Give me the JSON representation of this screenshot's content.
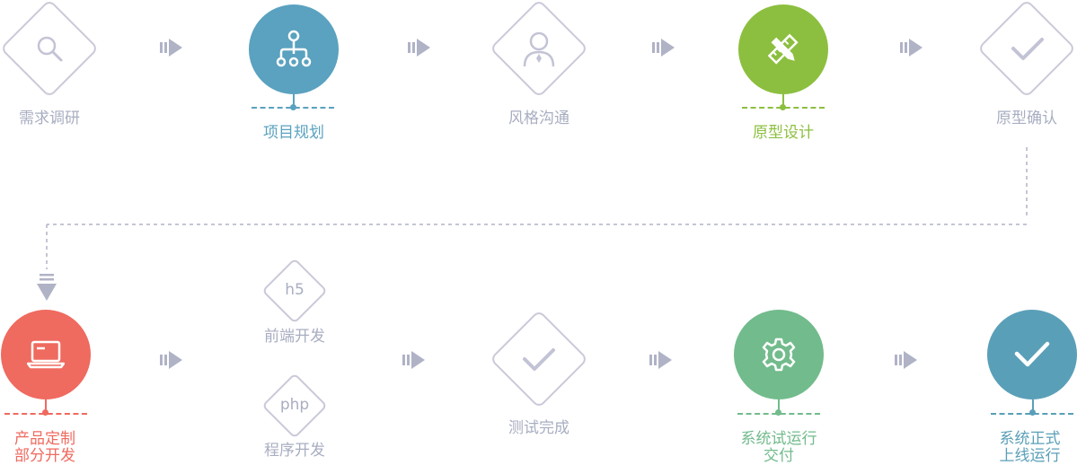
{
  "colors": {
    "gray": "#a8aec1",
    "outline": "#c9c9d9",
    "blue": "#5aa2bf",
    "green": "#8cbf3f",
    "red": "#ef6a5f",
    "teal": "#72bb8c",
    "steel": "#5a9fb8"
  },
  "steps_row1": [
    {
      "label": "需求调研",
      "icon": "search-icon"
    },
    {
      "label": "项目规划",
      "icon": "hierarchy-icon"
    },
    {
      "label": "风格沟通",
      "icon": "user-icon"
    },
    {
      "label": "原型设计",
      "icon": "pencil-ruler-icon"
    },
    {
      "label": "原型确认",
      "icon": "check-icon"
    }
  ],
  "steps_row2": {
    "custom": {
      "line1": "产品定制",
      "line2": "部分开发",
      "icon": "laptop-icon"
    },
    "frontend": {
      "badge": "h5",
      "label": "前端开发"
    },
    "backend": {
      "badge": "php",
      "label": "程序开发"
    },
    "testing": {
      "label": "测试完成",
      "icon": "check-icon"
    },
    "trial": {
      "line1": "系统试运行",
      "line2": "交付",
      "icon": "gear-icon"
    },
    "launch": {
      "line1": "系统正式",
      "line2": "上线运行",
      "icon": "check-icon"
    }
  }
}
